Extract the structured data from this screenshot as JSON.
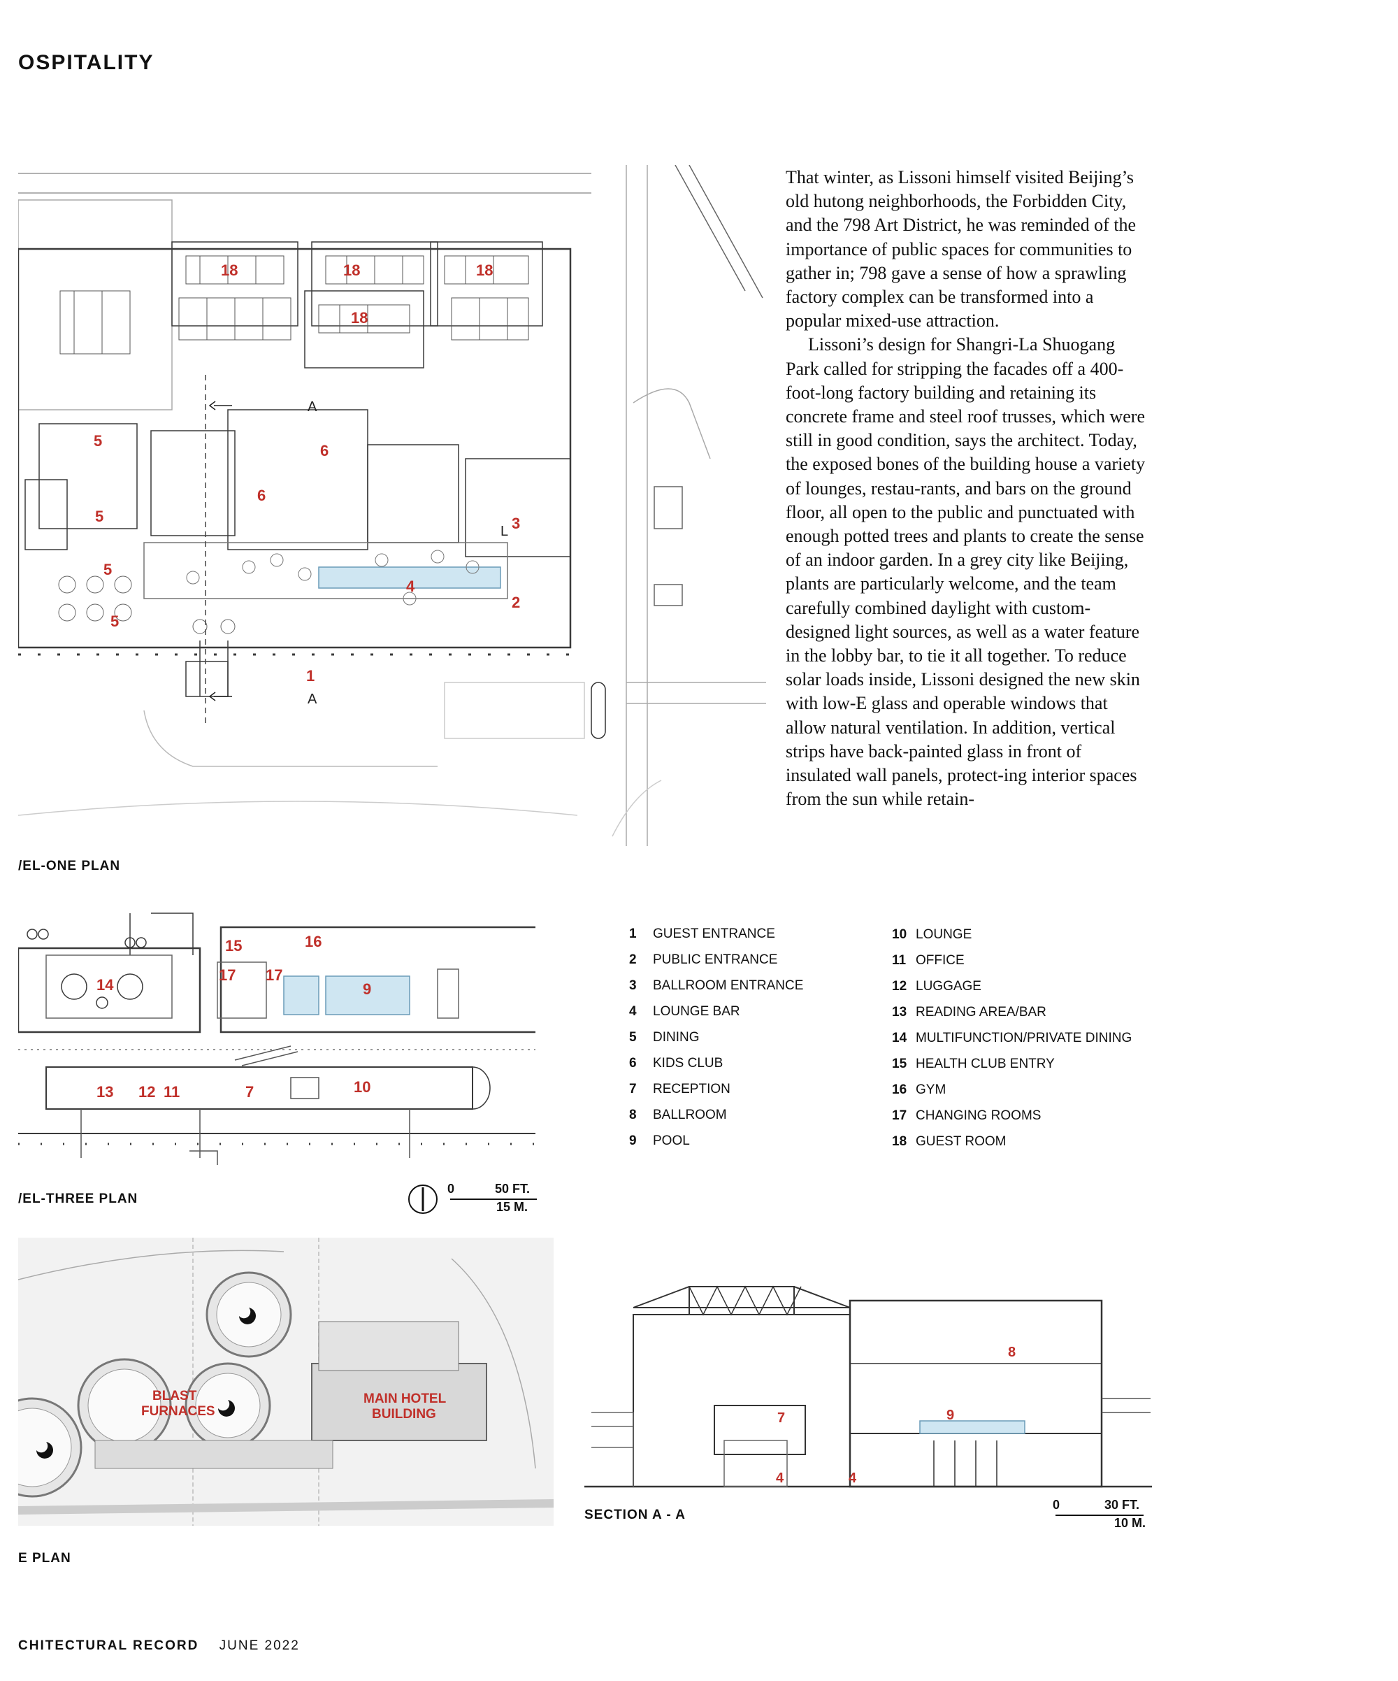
{
  "header": {
    "section": "OSPITALITY"
  },
  "labels": {
    "level_one_plan": "/EL-ONE PLAN",
    "level_three_plan": "/EL-THREE PLAN",
    "site_plan": "E PLAN",
    "section": "SECTION A - A"
  },
  "article": {
    "paragraphs": [
      "That winter, as Lissoni himself visited Beijing’s old hutong neighborhoods, the Forbidden City, and the 798 Art District, he was reminded of the importance of public spaces for communities to gather in; 798 gave a sense of how a sprawling factory complex can be transformed into a popular mixed-use attraction.",
      "Lissoni’s design for Shangri-La Shuogang Park called for stripping the facades off a 400-foot-long factory building and retaining its concrete frame and steel roof trusses, which were still in good condition, says the architect. Today, the exposed bones of the building house a variety of lounges, restau-rants, and bars on the ground floor, all open to the public and punctuated with enough potted trees and plants to create the sense of an indoor garden. In a grey city like Beijing, plants are particularly welcome, and the team carefully combined daylight with custom-designed light sources, as well as a water feature in the lobby bar, to tie it all together. To reduce solar loads inside, Lissoni designed the new skin with low-E glass and operable windows that allow natural ventilation. In addition, vertical strips have back-painted glass in front of insulated wall panels, protect-ing interior spaces from the sun while retain-"
    ]
  },
  "legend": {
    "left": [
      {
        "n": "1",
        "label": "GUEST ENTRANCE"
      },
      {
        "n": "2",
        "label": "PUBLIC ENTRANCE"
      },
      {
        "n": "3",
        "label": "BALLROOM ENTRANCE"
      },
      {
        "n": "4",
        "label": "LOUNGE BAR"
      },
      {
        "n": "5",
        "label": "DINING"
      },
      {
        "n": "6",
        "label": "KIDS CLUB"
      },
      {
        "n": "7",
        "label": "RECEPTION"
      },
      {
        "n": "8",
        "label": "BALLROOM"
      },
      {
        "n": "9",
        "label": "POOL"
      }
    ],
    "right": [
      {
        "n": "10",
        "label": "LOUNGE"
      },
      {
        "n": "11",
        "label": "OFFICE"
      },
      {
        "n": "12",
        "label": "LUGGAGE"
      },
      {
        "n": "13",
        "label": "READING AREA/BAR"
      },
      {
        "n": "14",
        "label": "MULTIFUNCTION/PRIVATE DINING"
      },
      {
        "n": "15",
        "label": "HEALTH CLUB ENTRY"
      },
      {
        "n": "16",
        "label": "GYM"
      },
      {
        "n": "17",
        "label": "CHANGING ROOMS"
      },
      {
        "n": "18",
        "label": "GUEST ROOM"
      }
    ]
  },
  "plan_marks": {
    "level_one": {
      "n1": "1",
      "n2": "2",
      "n3": "3",
      "n4": "4",
      "n5": "5",
      "n6": "6",
      "n18": "18",
      "section_a": "A",
      "L": "L"
    },
    "level_three": {
      "n7": "7",
      "n9": "9",
      "n10": "10",
      "n11": "11",
      "n12": "12",
      "n13": "13",
      "n14": "14",
      "n15": "15",
      "n16": "16",
      "n17": "17"
    },
    "section": {
      "n4": "4",
      "n7": "7",
      "n8": "8",
      "n9": "9"
    },
    "site": {
      "blast_1": "BLAST",
      "blast_2": "FURNACES",
      "main_1": "MAIN HOTEL",
      "main_2": "BUILDING"
    }
  },
  "scale_bar_1": {
    "zero": "0",
    "ft": "50 FT.",
    "m": "15 M."
  },
  "scale_bar_2": {
    "zero": "0",
    "ft": "30 FT.",
    "m": "10 M."
  },
  "footer": {
    "magazine": "CHITECTURAL RECORD",
    "issue": "JUNE 2022"
  },
  "colors": {
    "accent_red": "#c0302a",
    "pool_blue": "#cfe6f2",
    "line": "#3a3a3a"
  }
}
